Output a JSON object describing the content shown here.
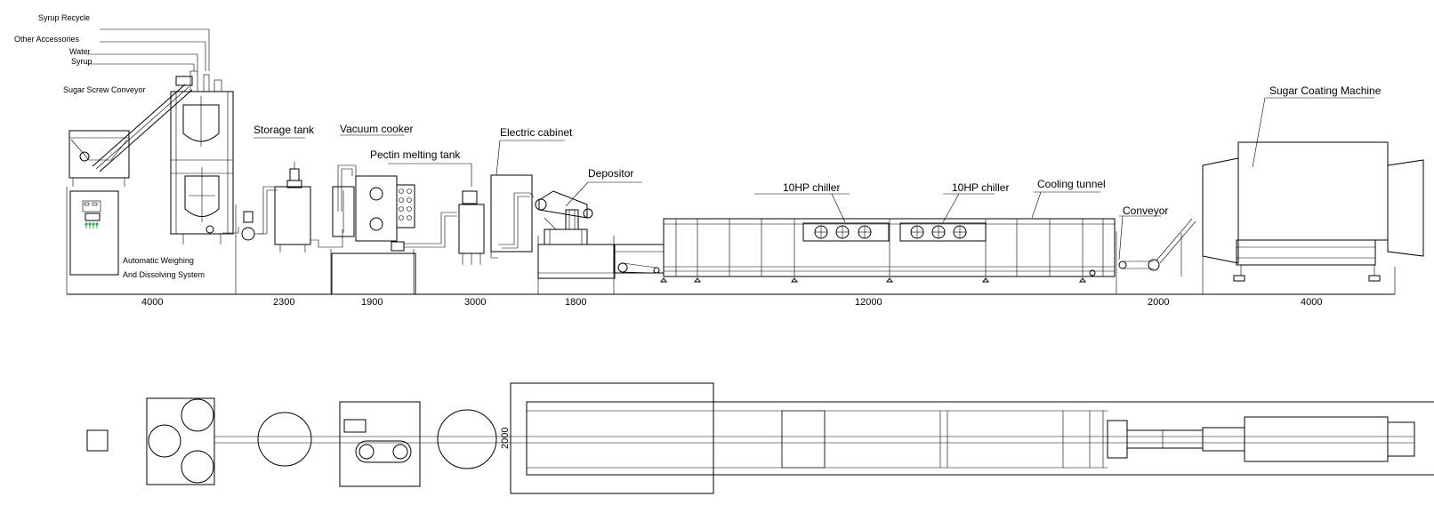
{
  "diagram": {
    "colors": {
      "line": "#000000",
      "background": "#ffffff",
      "indicator": "#2fa84f"
    },
    "labels": {
      "syrup_recycle": "Syrup Recycle",
      "other_accessories": "Other Accessories",
      "water": "Water",
      "syrup": "Syrup",
      "sugar_screw_conveyor": "Sugar Screw Conveyor",
      "auto_weighing_1": "Automatic Weighing",
      "auto_weighing_2": "And Dissolving System",
      "storage_tank": "Storage tank",
      "vacuum_cooker": "Vacuum cooker",
      "pectin_melting_tank": "Pectin melting tank",
      "electric_cabinet": "Electric cabinet",
      "depositor": "Depositor",
      "chiller_1": "10HP chiller",
      "chiller_2": "10HP chiller",
      "cooling_tunnel": "Cooling tunnel",
      "conveyor": "Conveyor",
      "sugar_coating_machine": "Sugar Coating Machine"
    },
    "dimensions": {
      "weighing": "4000",
      "storage": "2300",
      "cooker": "1900",
      "pectin": "3000",
      "depositor": "1800",
      "tunnel": "12000",
      "conveyor": "2000",
      "coating": "4000",
      "plan_width": "2000"
    }
  }
}
